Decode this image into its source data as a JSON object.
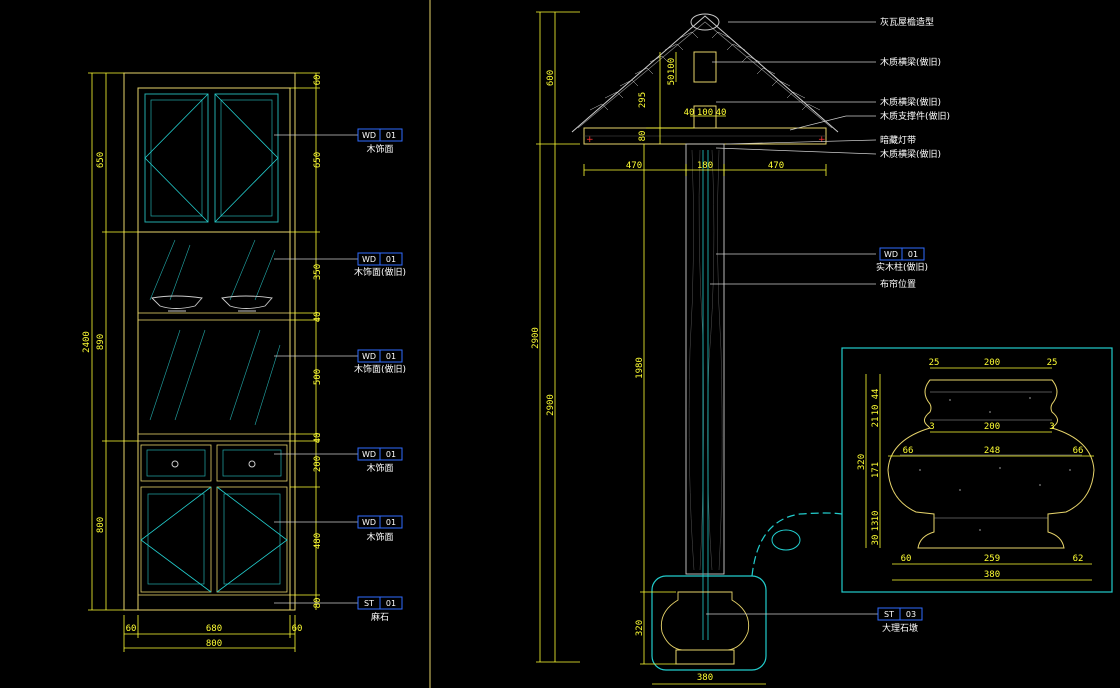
{
  "colors": {
    "background": "#000000",
    "dimension": "#ffff33",
    "frame": "#e6d36a",
    "cyan": "#22cccc",
    "tag_box": "#2f6bff",
    "white": "#ffffff",
    "red": "#ff3333"
  },
  "left_elevation": {
    "dims_left": {
      "total": "2400",
      "upper": "890",
      "upper_sub": "650",
      "lower": "800"
    },
    "dims_right": {
      "top": "60",
      "r1": "650",
      "r2": "350",
      "r3": "40",
      "r4": "500",
      "r5": "40",
      "r6": "200",
      "r7": "480",
      "r8": "80"
    },
    "dims_bottom": {
      "left": "60",
      "middle": "680",
      "right": "60",
      "total": "800"
    },
    "tags": [
      {
        "code": "WD",
        "num": "01",
        "label": "木饰面"
      },
      {
        "code": "WD",
        "num": "01",
        "label": "木饰面(做旧)"
      },
      {
        "code": "WD",
        "num": "01",
        "label": "木饰面(做旧)"
      },
      {
        "code": "WD",
        "num": "01",
        "label": "木饰面"
      },
      {
        "code": "WD",
        "num": "01",
        "label": "木饰面"
      },
      {
        "code": "ST",
        "num": "01",
        "label": "麻石"
      }
    ]
  },
  "column_elevation": {
    "dims_left": {
      "top": "600",
      "total_a": "2900",
      "total_b": "2900",
      "shaft": "1980",
      "base": "320"
    },
    "dims_roof": {
      "a": "100",
      "b": "50",
      "c": "295",
      "d": "80",
      "e": "40",
      "f": "100",
      "g": "40"
    },
    "dims_beam": {
      "left": "470",
      "middle": "180",
      "right": "470"
    },
    "dims_bottom": "380",
    "notes": [
      "灰瓦屋檐造型",
      "木质横梁(做旧)",
      "木质横梁(做旧)",
      "木质支撑件(做旧)",
      "暗藏灯带",
      "木质横梁(做旧)"
    ],
    "shaft_tag": {
      "code": "WD",
      "num": "01",
      "label": "实木柱(做旧)"
    },
    "shaft_note": "布帘位置",
    "base_tag": {
      "code": "ST",
      "num": "03",
      "label": "大理石墩"
    }
  },
  "detail": {
    "top": {
      "a": "25",
      "b": "200",
      "c": "25"
    },
    "mid": {
      "a": "3",
      "b": "200",
      "c": "3"
    },
    "belly": {
      "a": "66",
      "b": "248",
      "c": "66"
    },
    "bottom": {
      "a": "60",
      "b": "259",
      "c": "62"
    },
    "total_width": "380",
    "left_dims": {
      "h1": "44",
      "h2": "10",
      "h3": "21",
      "total": "320",
      "belly": "171",
      "k1": "10",
      "k2": "13",
      "k3": "30"
    }
  }
}
